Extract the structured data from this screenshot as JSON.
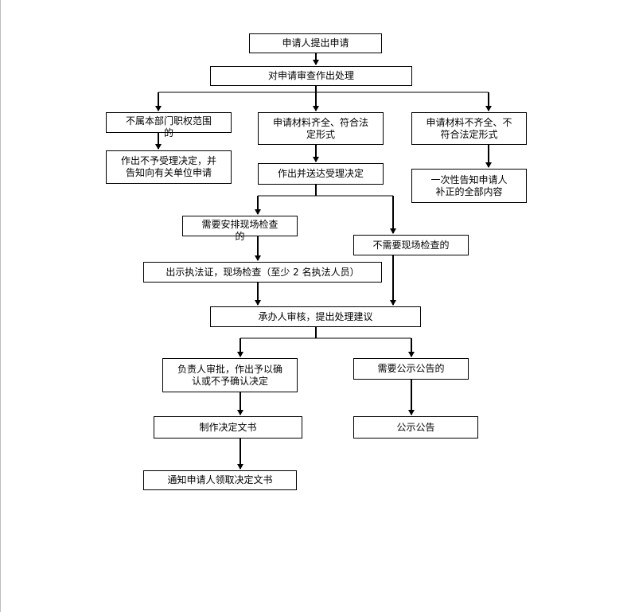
{
  "flowchart": {
    "nodes": {
      "apply": "申请人提出申请",
      "review": "对申请审查作出处理",
      "out_of_scope": "不属本部门职权范围\n的",
      "materials_ok": "申请材料齐全、符合法\n定形式",
      "materials_incomplete": "申请材料不齐全、不\n符合法定形式",
      "not_accepted": "作出不予受理决定，并\n告知向有关单位申请",
      "accepted": "作出并送达受理决定",
      "notify_supplement": "一次性告知申请人\n补正的全部内容",
      "need_inspection": "需要安排现场检查\n的",
      "no_inspection": "不需要现场检查的",
      "show_credentials": "出示执法证，现场检查（至少 2 名执法人员）",
      "handler_review": "承办人审核，提出处理建议",
      "approval": "负责人审批，作出予以确\n认或不予确认决定",
      "need_publicity": "需要公示公告的",
      "make_decision": "制作决定文书",
      "publicity": "公示公告",
      "notify_collect": "通知申请人领取决定文书"
    }
  }
}
